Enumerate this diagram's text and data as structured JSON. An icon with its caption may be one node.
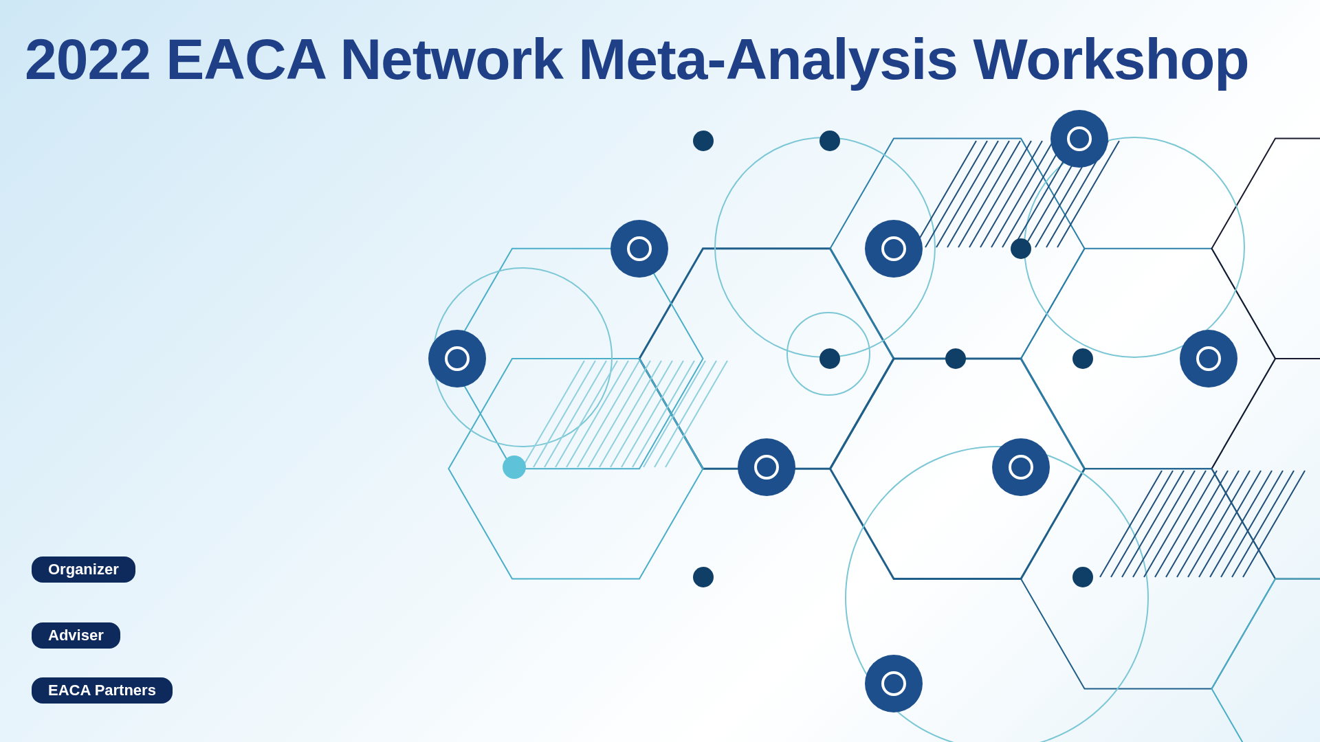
{
  "diagram": {
    "title": "2022 EACA Network Meta-Analysis Workshop",
    "labels": [
      "Organizer",
      "Adviser",
      "EACA Partners"
    ]
  }
}
